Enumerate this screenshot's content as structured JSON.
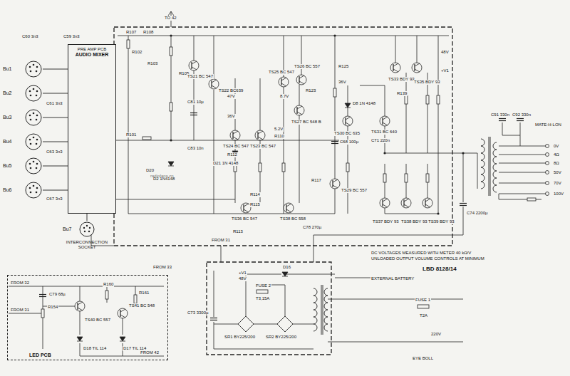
{
  "diagram": {
    "nodes": [
      {
        "text": [
          "PRE AMP PCB",
          "AUDIO MIXER"
        ]
      },
      {
        "text": [
          "Bu1"
        ]
      },
      {
        "text": [
          "Bu2"
        ]
      },
      {
        "text": [
          "Bu3"
        ]
      },
      {
        "text": [
          "Bu4"
        ]
      },
      {
        "text": [
          "Bu5"
        ]
      },
      {
        "text": [
          "Bu6"
        ]
      },
      {
        "text": [
          "Bu7",
          "INTERCONNECTION SOCKET"
        ]
      },
      {
        "text": [
          "LED PCB"
        ]
      }
    ],
    "edges": [
      {
        "from": 1,
        "to": 0,
        "arrow": "none"
      },
      {
        "from": 2,
        "to": 0,
        "arrow": "none"
      },
      {
        "from": 3,
        "to": 0,
        "arrow": "none"
      },
      {
        "from": 4,
        "to": 0,
        "arrow": "none"
      },
      {
        "from": 5,
        "to": 0,
        "arrow": "none"
      },
      {
        "from": 6,
        "to": 0,
        "arrow": "none"
      },
      {
        "from": 0,
        "to": 7,
        "arrow": "none"
      }
    ],
    "labels": [
      "TO 42",
      "C60 3n3",
      "C59 3n3",
      "C61 3n3",
      "C63 3n3",
      "C67 3n3",
      "R107",
      "R108",
      "R102",
      "R103",
      "R105",
      "TS21 BC 547",
      "TS22 BC639",
      "C81 10µ",
      "C83 10n",
      "R101",
      "D20",
      "D2 1N4148",
      "TS24 BC 547",
      "TS23 BC 547",
      "R112",
      "D21 1N 4148",
      "R110",
      "R114",
      "R115",
      "TS36 BC 547",
      "TS38 BC 558",
      "C78 270µ",
      "R113",
      "FROM 31",
      "47V",
      "36V",
      "TS25 BC 547",
      "TS26 BC 557",
      "8.7V",
      "TS27 BC 548 B",
      "5.2V",
      "R125",
      "R123",
      "36V",
      "D8 1N 4148",
      "TS30 BC 635",
      "TS31 BC 640",
      "C71 220n",
      "C68 100µ",
      "R117",
      "TS29 BC 557",
      "TS33 BDY 93",
      "TS35 BDY 93",
      "R139",
      "TS37 BDY 93",
      "TS38 BDY 93",
      "TS39 BDY 93",
      "C74 2200µ",
      "+V1",
      "48V",
      "C91 330n",
      "C92 330n",
      "MATE-H-LON",
      "0V",
      "4Ω",
      "8Ω",
      "50V",
      "70V",
      "100V",
      "DC VOLTAGES MEASURED WITH METER 40 kΩ/V",
      "UNLOADED OUTPUT VOLUME CONTROLS AT MINIMUM",
      "LBD 8128/14",
      "EXTERNAL BATTERY",
      "+V1",
      "48V",
      "D16",
      "FUSE 2",
      "T3,15A",
      "SR1 BY225/200",
      "SR2 BY225/200",
      "C73 3300µ",
      "FUSE 1",
      "T2A",
      "220V",
      "EYE BOLL",
      "FROM 33",
      "FROM 32",
      "FROM 31",
      "C79 68µ",
      "R154",
      "TS40 BC 557",
      "TS41 BC 548",
      "R160",
      "R161",
      "D18 TIL 114",
      "D17 TIL 114",
      "FROM 42",
      "radiofans.cn"
    ]
  }
}
